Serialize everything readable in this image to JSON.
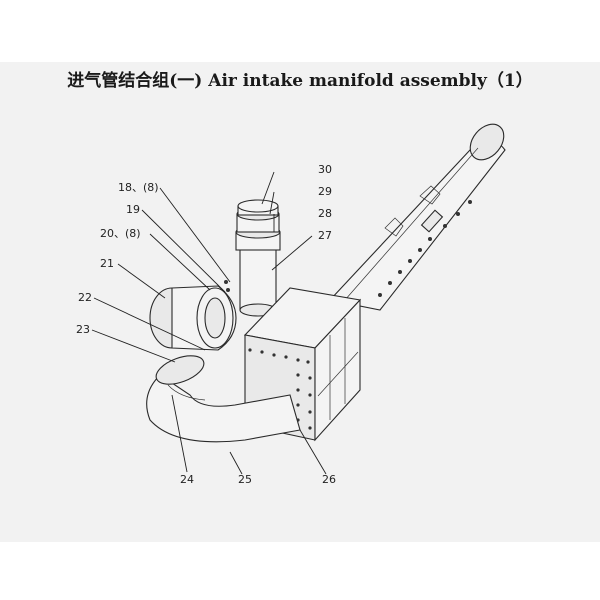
{
  "title": "进气管结合组(一) Air intake manifold assembly（1）",
  "callouts": {
    "c30": "30",
    "c29": "29",
    "c28": "28",
    "c27": "27",
    "c18": "18、(8)",
    "c19": "19",
    "c20": "20、(8)",
    "c21": "21",
    "c22": "22",
    "c23": "23",
    "c24": "24",
    "c25": "25",
    "c26": "26"
  },
  "colors": {
    "sheet": "#f2f2f2",
    "ink": "#222222"
  }
}
